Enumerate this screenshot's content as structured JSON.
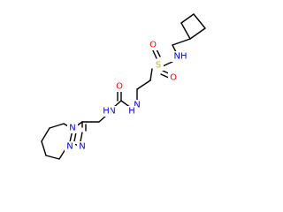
{
  "molecule": {
    "atoms": {
      "nh_sulfonamide": {
        "text": "NH",
        "color": "#0000ff"
      },
      "s": {
        "text": "S",
        "color": "#b8b800"
      },
      "o_top": {
        "text": "O",
        "color": "#ff0000"
      },
      "o_bottom": {
        "text": "O",
        "color": "#ff0000"
      },
      "nh_right": {
        "text": "N",
        "color": "#0000ff"
      },
      "h_right": {
        "text": "H",
        "color": "#0000ff"
      },
      "o_carbonyl": {
        "text": "O",
        "color": "#ff0000"
      },
      "nh_left": {
        "text": "N",
        "color": "#0000ff"
      },
      "h_left": {
        "text": "H",
        "color": "#0000ff"
      },
      "n_ring": {
        "text": "N",
        "color": "#0000ff"
      },
      "n_bottom_left": {
        "text": "N",
        "color": "#0000ff"
      },
      "n_bottom_right": {
        "text": "N",
        "color": "#0000ff"
      }
    }
  }
}
